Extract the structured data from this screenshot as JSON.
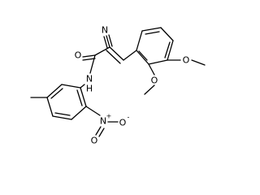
{
  "molecule": {
    "atoms": {
      "nitrile_n": "N",
      "carbonyl_o": "O",
      "amide_n": "N",
      "amide_h": "H",
      "methoxy_o_top": "O",
      "methoxy_o_low": "O",
      "nitro_n": "N",
      "nitro_plus": "+",
      "nitro_o_left": "O",
      "nitro_o_right": "O",
      "nitro_minus": "-"
    }
  }
}
